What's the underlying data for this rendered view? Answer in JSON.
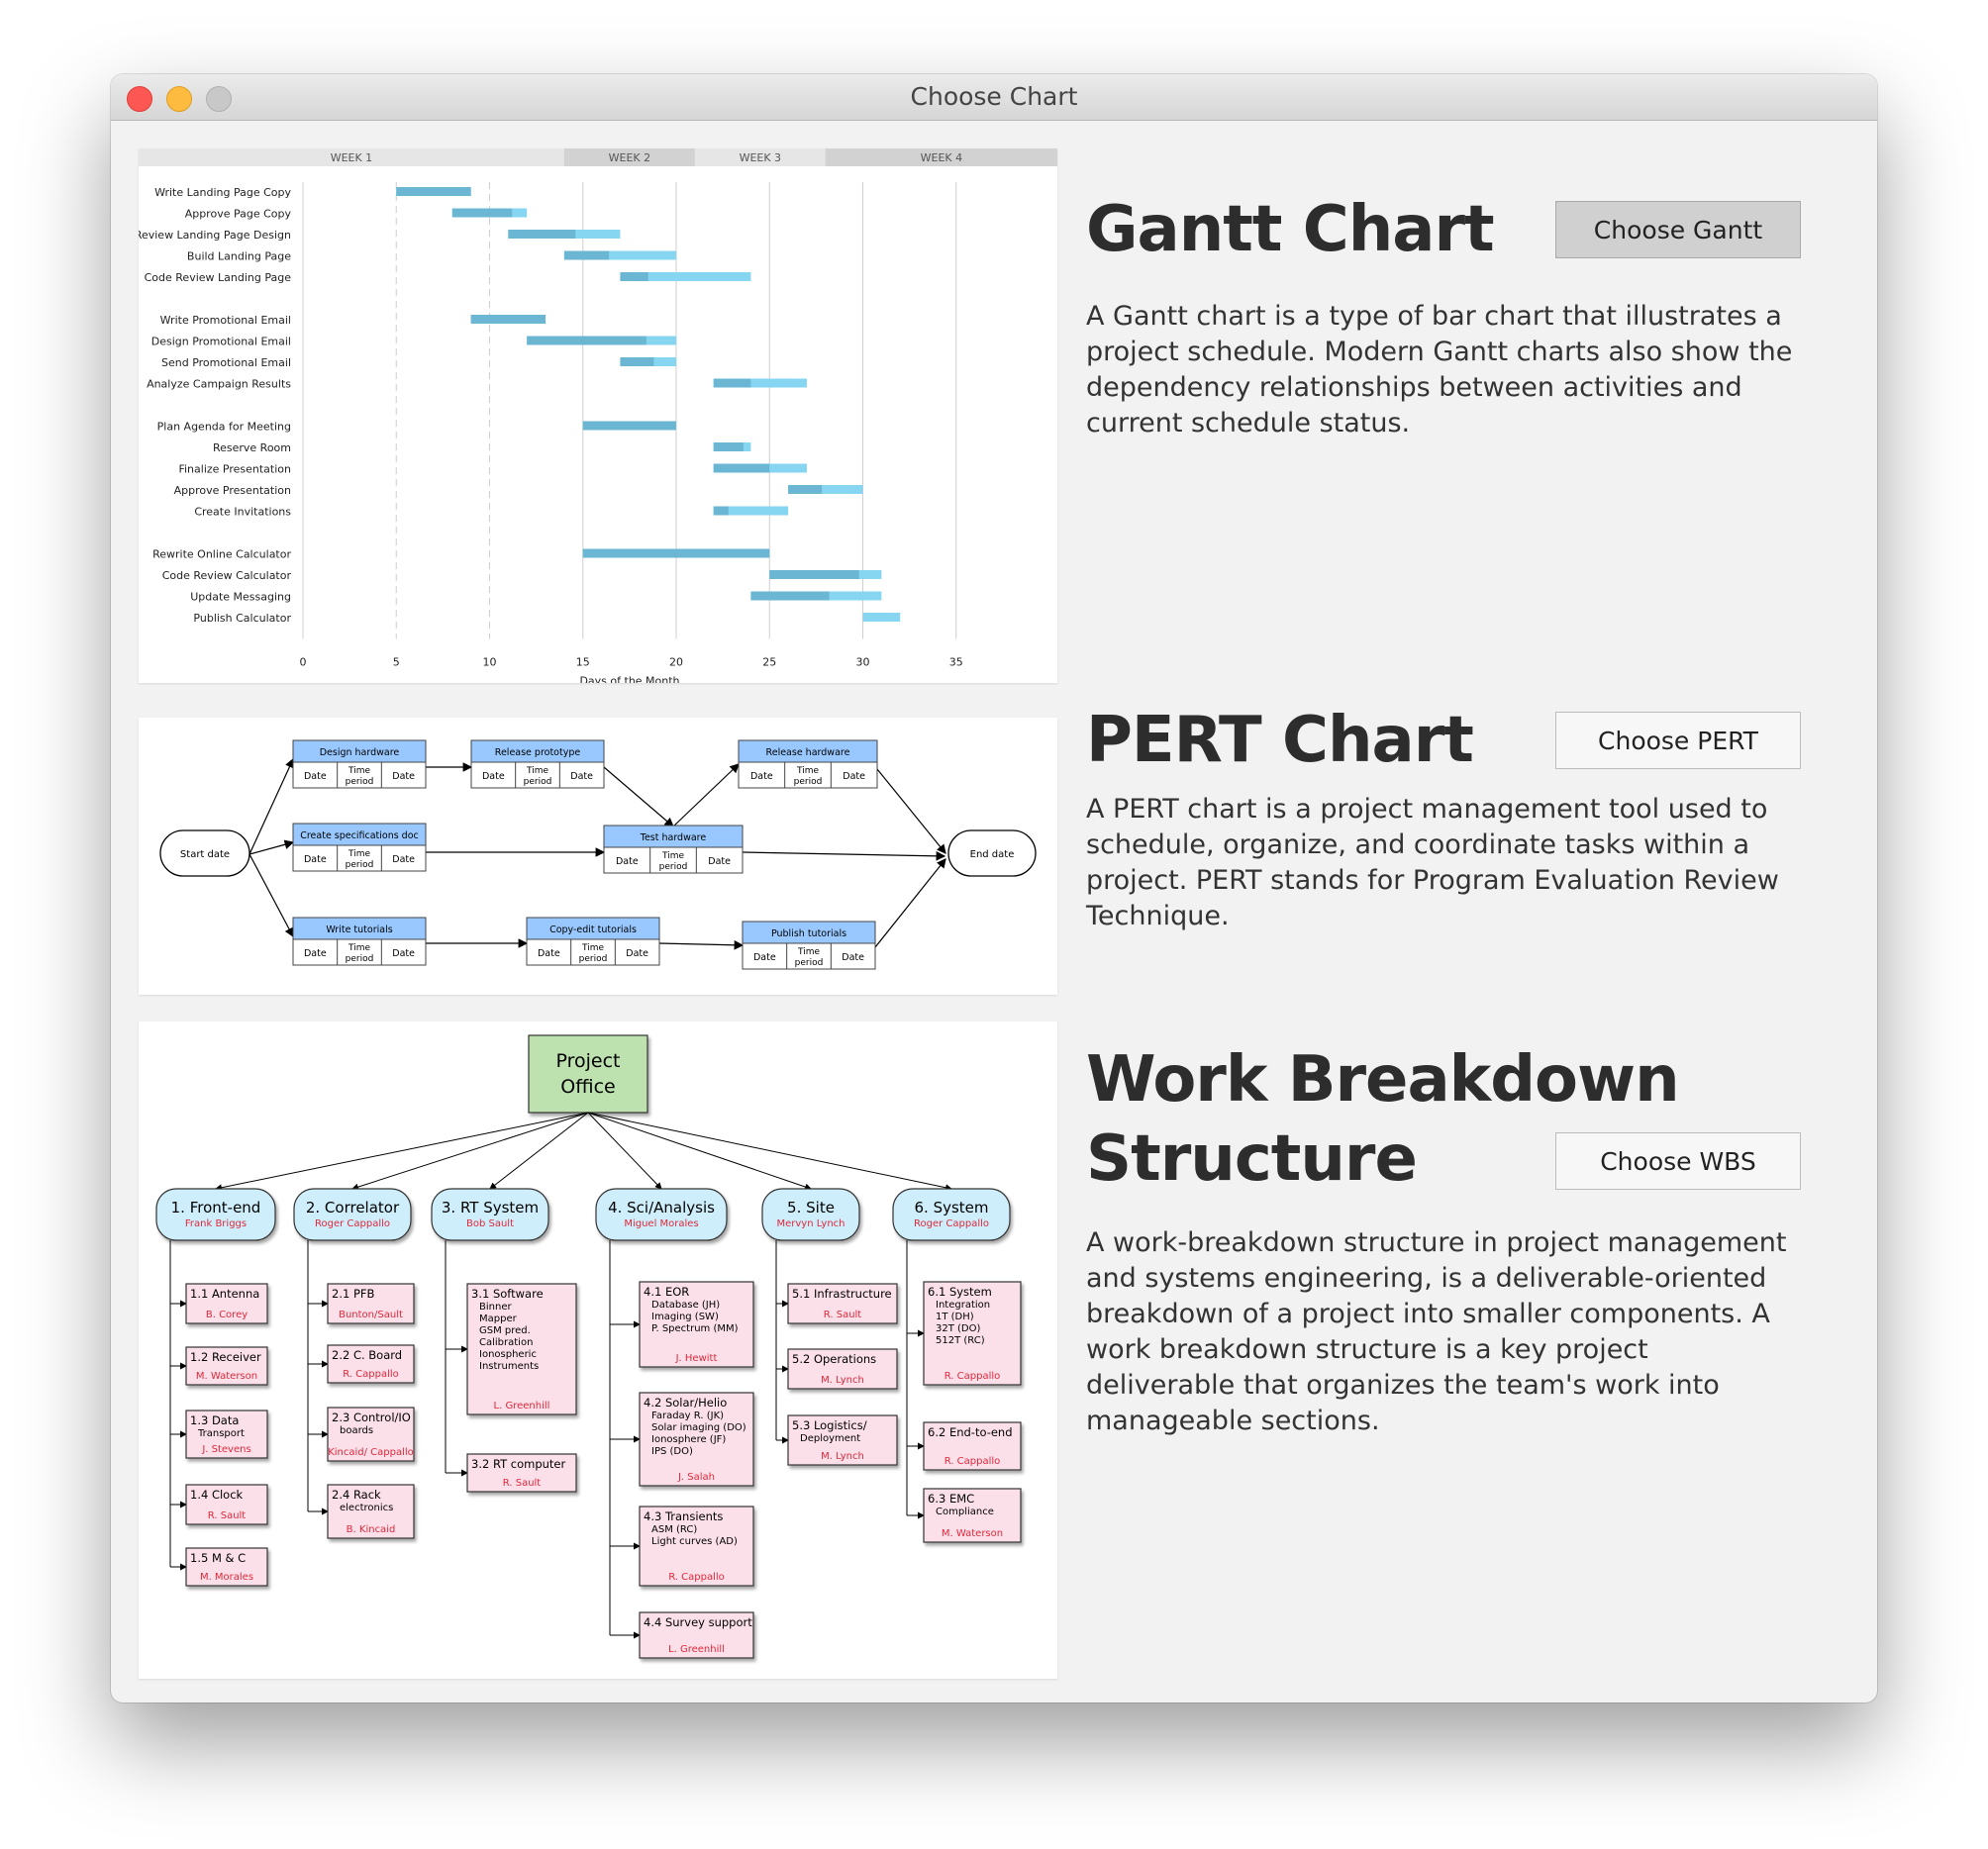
{
  "window": {
    "title": "Choose Chart"
  },
  "gantt": {
    "heading": "Gantt Chart",
    "button": "Choose Gantt",
    "description": "A Gantt chart is a type of bar chart that illustrates a project schedule. Modern Gantt charts also show the dependency relationships between activities and current schedule status."
  },
  "pert": {
    "heading": "PERT Chart",
    "button": "Choose PERT",
    "description": "A PERT chart is a project management tool used to schedule, organize, and coordinate tasks within a project. PERT stands for Program Evaluation Review Technique."
  },
  "wbs": {
    "heading_line1": "Work Breakdown",
    "heading_line2": "Structure",
    "button": "Choose WBS",
    "description": "A work-breakdown structure in project management and systems engineering, is a deliverable-oriented breakdown of a project into smaller components. A work breakdown structure is a key project deliverable that organizes the team's work into manageable sections."
  },
  "chart_data": {
    "type": "bar",
    "subtype": "gantt",
    "weeks": [
      "WEEK 1",
      "WEEK 2",
      "WEEK 3",
      "WEEK 4"
    ],
    "xlabel": "Days of the Month",
    "xticks": [
      0,
      5,
      10,
      15,
      20,
      25,
      30,
      35
    ],
    "xlim": [
      0,
      40
    ],
    "groups": [
      {
        "tasks": [
          {
            "name": "Write Landing Page Copy",
            "start": 5,
            "done": 4,
            "end": 9
          },
          {
            "name": "Approve Page Copy",
            "start": 8,
            "done": 3.2,
            "end": 12
          },
          {
            "name": "Review Landing Page Design",
            "start": 11,
            "done": 3.6,
            "end": 17
          },
          {
            "name": "Build Landing Page",
            "start": 14,
            "done": 2.4,
            "end": 20
          },
          {
            "name": "Code Review Landing Page",
            "start": 17,
            "done": 1.5,
            "end": 24
          }
        ]
      },
      {
        "tasks": [
          {
            "name": "Write Promotional Email",
            "start": 9,
            "done": 4,
            "end": 13
          },
          {
            "name": "Design Promotional Email",
            "start": 12,
            "done": 6.4,
            "end": 20
          },
          {
            "name": "Send Promotional Email",
            "start": 17,
            "done": 1.8,
            "end": 20
          },
          {
            "name": "Analyze Campaign Results",
            "start": 22,
            "done": 2,
            "end": 27
          }
        ]
      },
      {
        "tasks": [
          {
            "name": "Plan Agenda for Meeting",
            "start": 15,
            "done": 5,
            "end": 20
          },
          {
            "name": "Reserve Room",
            "start": 22,
            "done": 1.6,
            "end": 24
          },
          {
            "name": "Finalize Presentation",
            "start": 22,
            "done": 3,
            "end": 27
          },
          {
            "name": "Approve Presentation",
            "start": 26,
            "done": 1.8,
            "end": 30
          },
          {
            "name": "Create Invitations",
            "start": 22,
            "done": 0.8,
            "end": 26
          }
        ]
      },
      {
        "tasks": [
          {
            "name": "Rewrite Online Calculator",
            "start": 15,
            "done": 10,
            "end": 25
          },
          {
            "name": "Code Review Calculator",
            "start": 25,
            "done": 4.8,
            "end": 31
          },
          {
            "name": "Update Messaging",
            "start": 24,
            "done": 4.2,
            "end": 31
          },
          {
            "name": "Publish Calculator",
            "start": 30,
            "done": 0,
            "end": 32
          }
        ]
      }
    ]
  },
  "pert_diagram": {
    "start_label": "Start date",
    "end_label": "End date",
    "cell_date": "Date",
    "cell_period": "Time period",
    "tasks": [
      "Design hardware",
      "Release prototype",
      "Release hardware",
      "Create specifications doc",
      "Test hardware",
      "Write tutorials",
      "Copy-edit tutorials",
      "Publish tutorials"
    ]
  },
  "wbs_diagram": {
    "root": "Project Office",
    "branches": [
      {
        "title": "1. Front-end",
        "owner": "Frank Briggs",
        "children": [
          {
            "lines": [
              "1.1 Antenna"
            ],
            "owner": "B. Corey"
          },
          {
            "lines": [
              "1.2 Receiver"
            ],
            "owner": "M. Waterson"
          },
          {
            "lines": [
              "1.3 Data",
              "Transport"
            ],
            "owner": "J. Stevens"
          },
          {
            "lines": [
              "1.4 Clock"
            ],
            "owner": "R. Sault"
          },
          {
            "lines": [
              "1.5 M & C"
            ],
            "owner": "M. Morales"
          }
        ]
      },
      {
        "title": "2. Correlator",
        "owner": "Roger Cappallo",
        "children": [
          {
            "lines": [
              "2.1 PFB"
            ],
            "owner": "Bunton/Sault"
          },
          {
            "lines": [
              "2.2 C. Board"
            ],
            "owner": "R. Cappallo"
          },
          {
            "lines": [
              "2.3 Control/IO",
              "boards"
            ],
            "owner": "Kincaid/ Cappallo"
          },
          {
            "lines": [
              "2.4 Rack",
              "electronics"
            ],
            "owner": "B. Kincaid"
          }
        ]
      },
      {
        "title": "3. RT System",
        "owner": "Bob Sault",
        "children": [
          {
            "lines": [
              "3.1 Software",
              "Binner",
              "Mapper",
              "GSM pred.",
              "Calibration",
              "Ionospheric",
              "Instruments"
            ],
            "owner": "L. Greenhill"
          },
          {
            "lines": [
              "3.2 RT computer"
            ],
            "owner": "R. Sault"
          }
        ]
      },
      {
        "title": "4. Sci/Analysis",
        "owner": "Miguel Morales",
        "children": [
          {
            "lines": [
              "4.1 EOR",
              "Database (JH)",
              "Imaging (SW)",
              "P. Spectrum (MM)"
            ],
            "owner": "J. Hewitt"
          },
          {
            "lines": [
              "4.2 Solar/Helio",
              "Faraday R. (JK)",
              "Solar imaging (DO)",
              "Ionosphere (JF)",
              "IPS (DO)"
            ],
            "owner": "J. Salah"
          },
          {
            "lines": [
              "4.3 Transients",
              "ASM (RC)",
              "Light curves (AD)"
            ],
            "owner": "R. Cappallo"
          },
          {
            "lines": [
              "4.4 Survey support"
            ],
            "owner": "L. Greenhill"
          }
        ]
      },
      {
        "title": "5. Site",
        "owner": "Mervyn Lynch",
        "children": [
          {
            "lines": [
              "5.1 Infrastructure"
            ],
            "owner": "R. Sault"
          },
          {
            "lines": [
              "5.2 Operations"
            ],
            "owner": "M. Lynch"
          },
          {
            "lines": [
              "5.3 Logistics/",
              "Deployment"
            ],
            "owner": "M. Lynch"
          }
        ]
      },
      {
        "title": "6. System",
        "owner": "Roger Cappallo",
        "children": [
          {
            "lines": [
              "6.1 System",
              "Integration",
              "1T (DH)",
              "32T (DO)",
              "512T (RC)"
            ],
            "owner": "R. Cappallo"
          },
          {
            "lines": [
              "6.2 End-to-end"
            ],
            "owner": "R. Cappallo"
          },
          {
            "lines": [
              "6.3 EMC",
              "Compliance"
            ],
            "owner": "M. Waterson"
          }
        ]
      }
    ]
  },
  "colors": {
    "bar_done": "#6bb6d3",
    "bar_remaining": "#86d6f1",
    "pert_header": "#98c8ff",
    "wbs_root": "#bde2b0",
    "wbs_branch": "#cfeefb",
    "wbs_leaf": "#fbe0ea",
    "owner_red": "#e0283a"
  }
}
